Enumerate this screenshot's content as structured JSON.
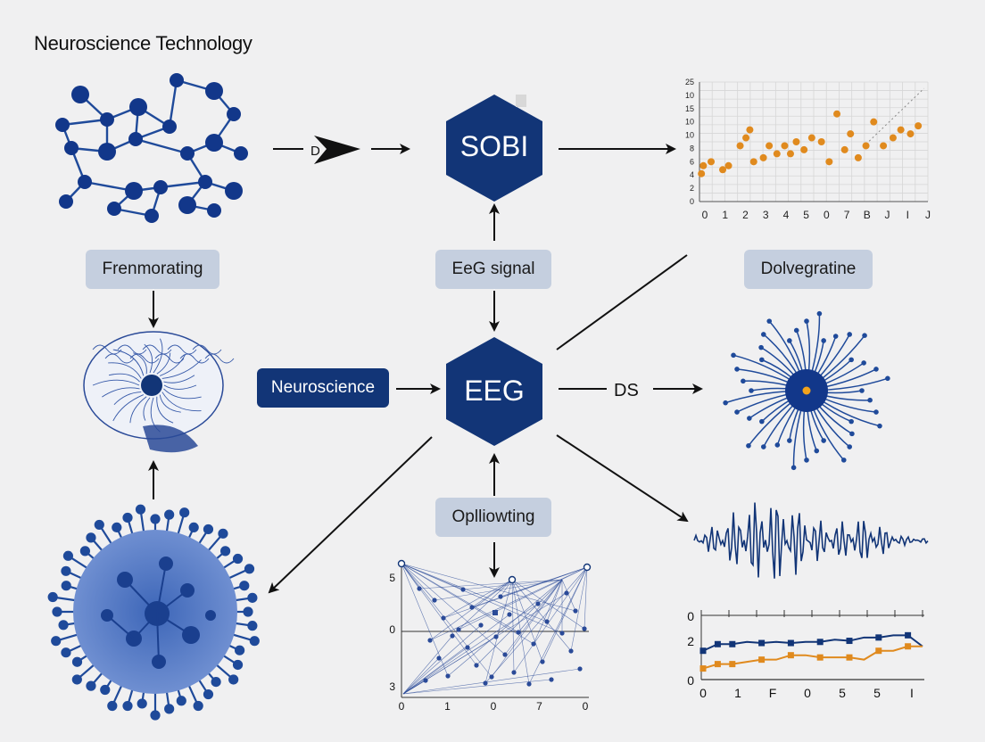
{
  "title": "Neuroscience Technology",
  "nodes": {
    "sobi": "SOBI",
    "eeg": "EEG",
    "eeg_signal": "EeG signal",
    "frenmorating": "Frenmorating",
    "dolvegratine": "Dolvegratine",
    "neuroscience": "Neuroscience",
    "oplliowting": "Oplliowting"
  },
  "arrow_labels": {
    "d_arrow": "D",
    "ds_arrow": "DS"
  },
  "colors": {
    "navy": "#123577",
    "node_blue": "#1f4a9a",
    "pill_light": "#c5cfdf",
    "orange": "#e08a1e",
    "background": "#f0f0f1"
  },
  "chart_data": [
    {
      "type": "scatter",
      "y_ticks": [
        "0",
        "2",
        "4",
        "6",
        "8",
        "10",
        "10",
        "15",
        "10",
        "25"
      ],
      "x_ticks": [
        "0",
        "1",
        "2",
        "3",
        "4",
        "5",
        "0",
        "7",
        "B",
        "J",
        "I",
        "J"
      ],
      "points": [
        [
          0.1,
          3.5
        ],
        [
          0.2,
          4.5
        ],
        [
          0.6,
          5
        ],
        [
          1.2,
          4
        ],
        [
          1.5,
          4.5
        ],
        [
          2.1,
          7
        ],
        [
          2.4,
          8
        ],
        [
          2.6,
          9
        ],
        [
          2.8,
          5
        ],
        [
          3.3,
          5.5
        ],
        [
          3.6,
          7
        ],
        [
          4.0,
          6
        ],
        [
          4.4,
          7
        ],
        [
          4.7,
          6
        ],
        [
          5.0,
          7.5
        ],
        [
          5.4,
          6.5
        ],
        [
          5.8,
          8
        ],
        [
          6.3,
          7.5
        ],
        [
          6.7,
          5
        ],
        [
          7.1,
          11
        ],
        [
          7.5,
          6.5
        ],
        [
          7.8,
          8.5
        ],
        [
          8.2,
          5.5
        ],
        [
          8.6,
          7
        ],
        [
          9.0,
          10
        ],
        [
          9.5,
          7
        ],
        [
          10.0,
          8
        ],
        [
          10.4,
          9
        ],
        [
          10.9,
          8.5
        ],
        [
          11.3,
          9.5
        ]
      ],
      "trend": {
        "from": [
          8.6,
          7.2
        ],
        "to": [
          11.6,
          14.2
        ]
      }
    },
    {
      "type": "line",
      "y_ticks": [
        "0",
        "2",
        "0"
      ],
      "x_ticks": [
        "0",
        "1",
        "F",
        "0",
        "5",
        "5",
        "I"
      ],
      "series": [
        {
          "color": "#123577",
          "values": [
            1.6,
            1.3,
            1.3,
            1.2,
            1.25,
            1.2,
            1.25,
            1.2,
            1.2,
            1.1,
            1.15,
            1.0,
            1.0,
            0.9,
            0.9,
            1.4
          ]
        },
        {
          "color": "#e08a1e",
          "values": [
            2.4,
            2.2,
            2.2,
            2.1,
            2.0,
            2.0,
            1.8,
            1.8,
            1.9,
            1.9,
            1.9,
            2.0,
            1.6,
            1.6,
            1.4,
            1.4
          ]
        }
      ]
    },
    {
      "type": "scatter",
      "y_ticks": [
        "5",
        "0",
        "3"
      ],
      "x_ticks": [
        "0",
        "1",
        "0",
        "7",
        "0"
      ]
    }
  ]
}
